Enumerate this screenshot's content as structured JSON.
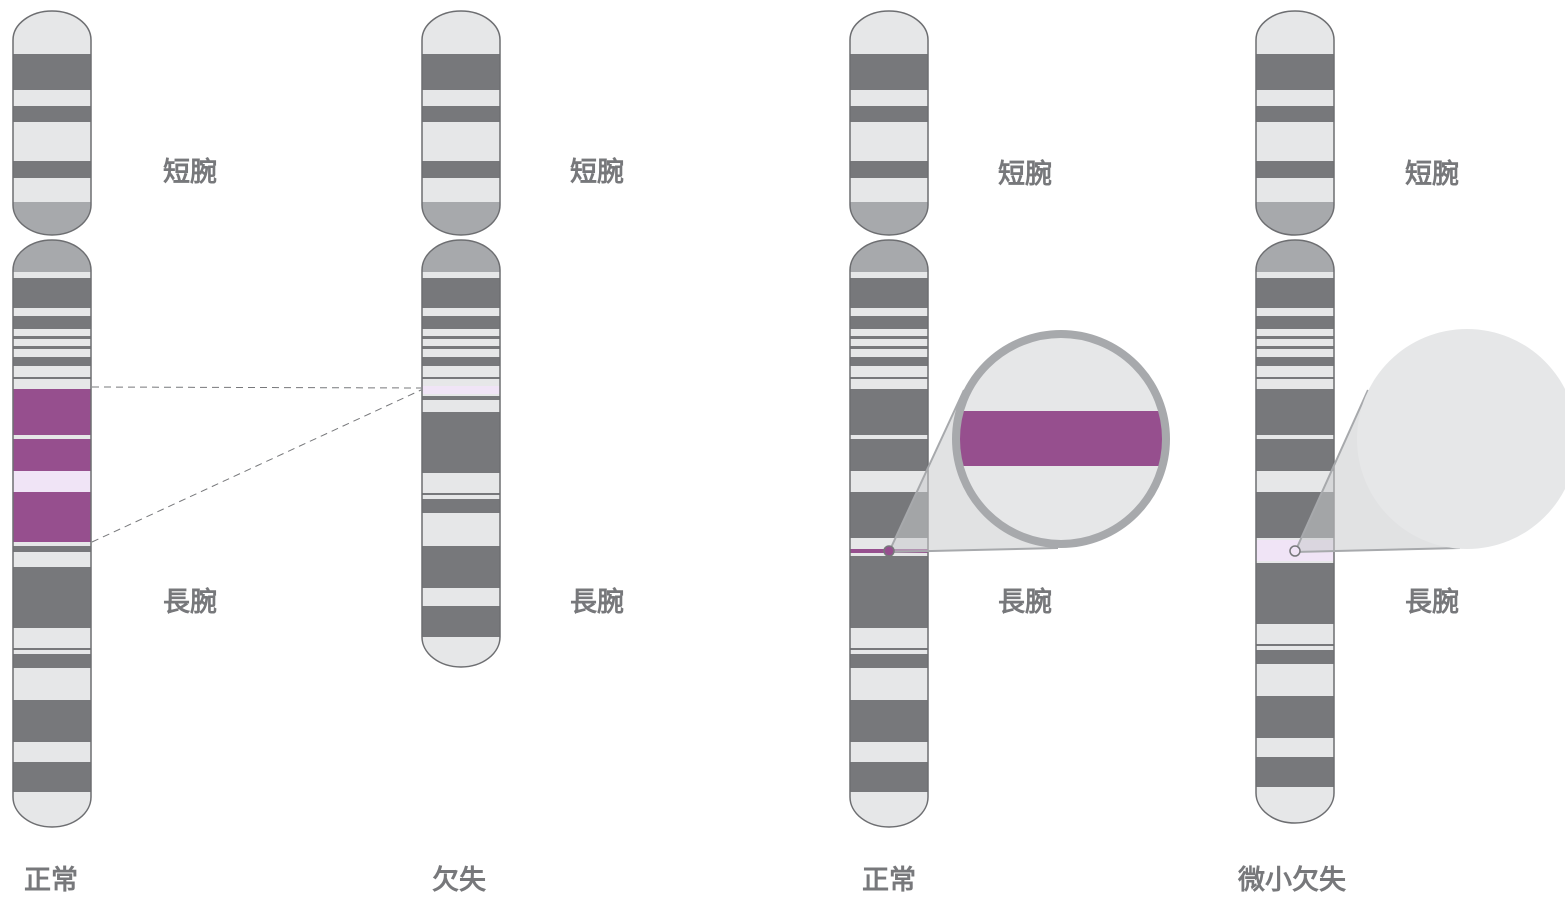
{
  "colors": {
    "dark_band": "#77787b",
    "light_band": "#e6e7e8",
    "centromere": "#a7a9ac",
    "outline": "#6d6e71",
    "deleted_region": "#964f8e",
    "deleted_light": "#f0e4f6",
    "magnifier_ring": "#a7a9ac"
  },
  "figures": [
    {
      "id": "normal-1",
      "short_arm_label": "短腕",
      "long_arm_label": "長腕",
      "caption": "正常"
    },
    {
      "id": "deletion",
      "short_arm_label": "短腕",
      "long_arm_label": "長腕",
      "caption": "欠失"
    },
    {
      "id": "normal-2",
      "short_arm_label": "短腕",
      "long_arm_label": "長腕",
      "caption": "正常"
    },
    {
      "id": "microdeletion",
      "short_arm_label": "短腕",
      "long_arm_label": "長腕",
      "caption": "微小欠失"
    }
  ]
}
